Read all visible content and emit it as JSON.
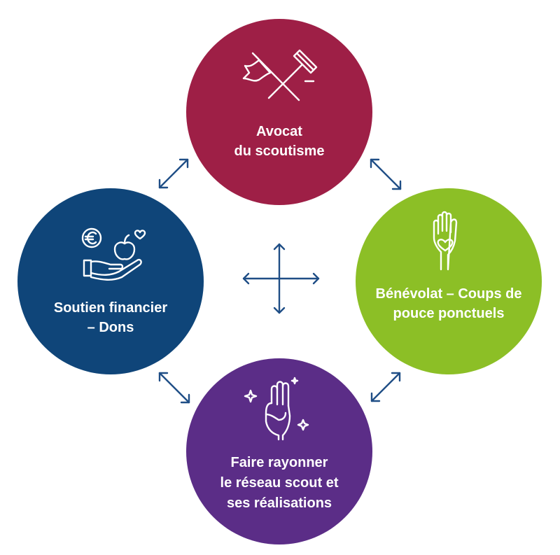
{
  "nodes": {
    "top": {
      "line1": "Avocat",
      "line2": "du scoutisme",
      "color": "#9e1f46",
      "icon": "gavel-flag-icon"
    },
    "right": {
      "line1": "Bénévolat – Coups de",
      "line2": "pouce ponctuels",
      "color": "#8cbf26",
      "icon": "hand-heart-icon"
    },
    "left": {
      "line1": "Soutien financier",
      "line2": "– Dons",
      "color": "#0f4579",
      "icon": "hand-euro-apple-icon"
    },
    "bottom": {
      "line1": "Faire rayonner",
      "line2": "le réseau scout et",
      "line3": "ses réalisations",
      "color": "#5b2d87",
      "icon": "scout-salute-sparkles-icon"
    }
  },
  "arrow_color": "#1f4e86",
  "center_icon": "four-way-arrow-icon"
}
